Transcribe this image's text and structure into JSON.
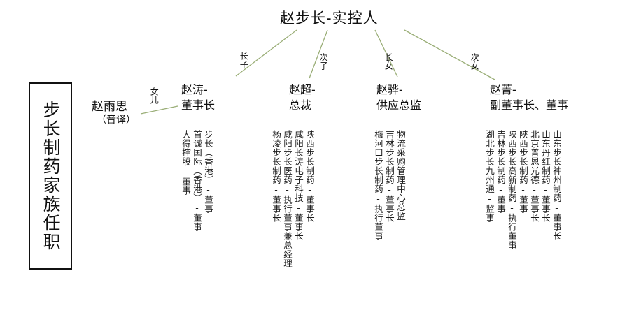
{
  "title": "赵步长-实控人",
  "family_box": {
    "label": "步长制药家族任职"
  },
  "edges": [
    {
      "name": "daughter",
      "label": "女儿"
    },
    {
      "name": "eldest-son",
      "label": "长子"
    },
    {
      "name": "second-son",
      "label": "次子"
    },
    {
      "name": "eldest-daughter",
      "label": "长女"
    },
    {
      "name": "second-daughter",
      "label": "次女"
    }
  ],
  "people": [
    {
      "key": "zhaoyusi",
      "name": "赵雨思",
      "note": "（音译）",
      "title": "",
      "roles": []
    },
    {
      "key": "zhaotao",
      "name": "赵涛-",
      "title": "董事长",
      "roles": [
        "步长（香港）-董事",
        "首诚国际（香港）-董事",
        "大得控股-董事"
      ]
    },
    {
      "key": "zhaochao",
      "name": "赵超-",
      "title": "总裁",
      "roles": [
        "陕西步长制药-董事长",
        "咸阳长涛电子科技-董事长",
        "咸阳步长医药-执行董事兼总经理",
        "杨凌步长制药-董事长"
      ]
    },
    {
      "key": "zhaohua",
      "name": "赵骅-",
      "title": "供应总监",
      "roles": [
        "物流采购管理中心总监",
        "吉林步长制药-董事长",
        "梅河口步长制药-执行董事"
      ]
    },
    {
      "key": "zhaojing",
      "name": "赵菁-",
      "title": "副董事长、董事",
      "roles": [
        "山东步长神州制药-董事长",
        "山东丹红制药-董事长",
        "北京普恩光德-董事长",
        "陕西步长制药-董事",
        "陕西步长高新制药-执行董事",
        "吉林步长制药-董事",
        "湖北步长九州通-监事"
      ]
    }
  ],
  "colors": {
    "connector": "#9aae77",
    "text": "#111111",
    "background": "#ffffff"
  }
}
